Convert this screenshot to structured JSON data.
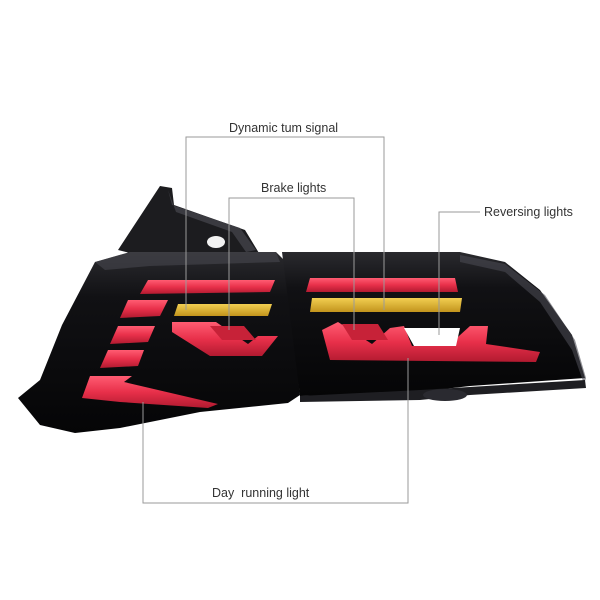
{
  "diagram": {
    "labels": {
      "turn_signal": "Dynamic tum signal",
      "brake_lights": "Brake lights",
      "reversing_lights": "Reversing lights",
      "day_running_light": "Day  running light"
    },
    "colors": {
      "housing": "#0c0c0e",
      "housing_highlight": "#3a3a40",
      "red_light": "#e8304a",
      "amber_light": "#d9b028",
      "white_light": "#ffffff",
      "leader_line": "#9a9a9a",
      "text": "#333333"
    }
  }
}
